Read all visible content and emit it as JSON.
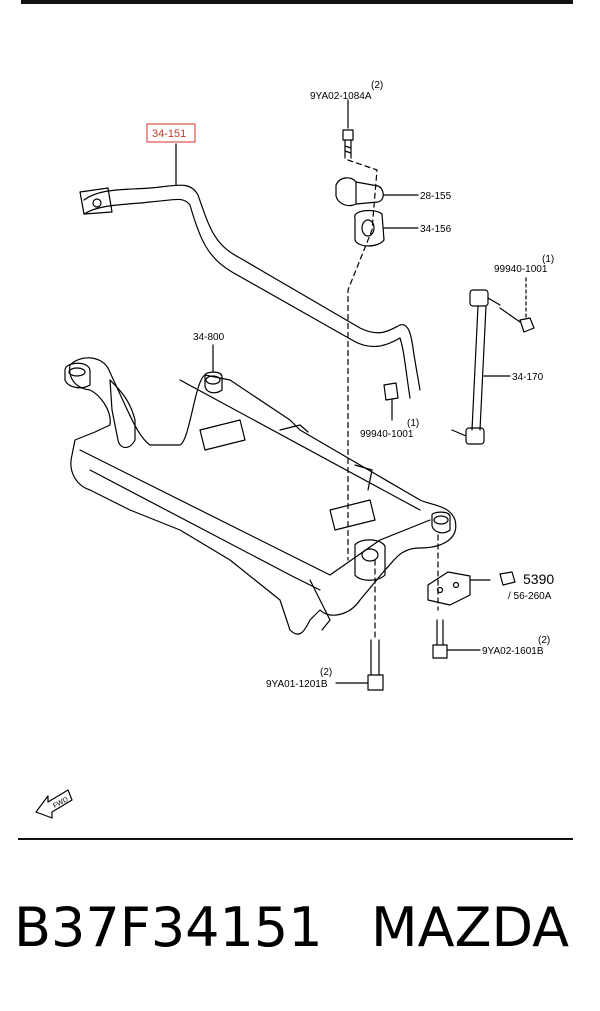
{
  "callouts": {
    "stabilizer_bar": "34-151",
    "bolt_top": "9YA02-1084A",
    "bolt_top_qty": "(2)",
    "bracket": "28-155",
    "bushing": "34-156",
    "nut_right": "99940-1001",
    "nut_right_qty": "(1)",
    "mount_bushing": "34-800",
    "link": "34-170",
    "nut_mid": "99940-1001",
    "nut_mid_qty": "(1)",
    "ref_main": "5390",
    "ref_sub": "/ 56-260A",
    "bolt_right": "9YA02-1601B",
    "bolt_right_qty": "(2)",
    "bolt_bottom": "9YA01-1201B",
    "bolt_bottom_qty": "(2)"
  },
  "fwd_label": "FWD",
  "footer": {
    "part_number": "B37F34151",
    "brand": "MAZDA"
  },
  "highlight_color": "#e05050"
}
